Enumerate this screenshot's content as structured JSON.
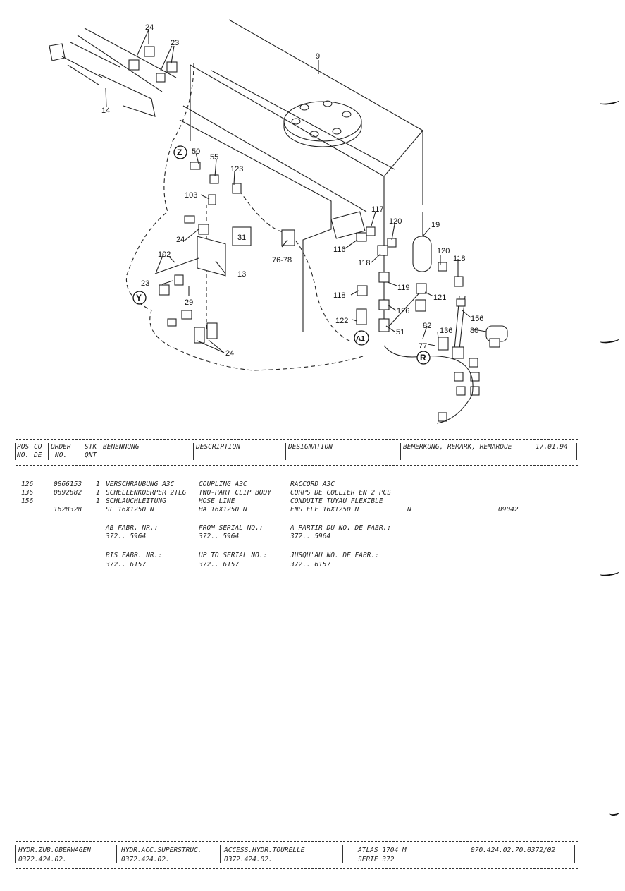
{
  "diagram": {
    "callouts": [
      "24",
      "23",
      "14",
      "9",
      "50",
      "55",
      "123",
      "103",
      "24",
      "102",
      "13",
      "23",
      "29",
      "24",
      "31",
      "76-78",
      "117",
      "120",
      "19",
      "116",
      "118",
      "119",
      "118",
      "126",
      "122",
      "51",
      "120",
      "118",
      "121",
      "156",
      "82",
      "136",
      "77",
      "80"
    ],
    "circle_labels": [
      "Z",
      "Y",
      "A1",
      "R"
    ]
  },
  "table": {
    "header_line1": [
      "POS",
      "CO",
      "ORDER",
      "STK",
      "BENENNUNG",
      "DESCRIPTION",
      "DESIGNATION",
      "BEMERKUNG, REMARK, REMARQUE"
    ],
    "header_line2": [
      "NO.",
      "DE",
      "NO.",
      "QNT"
    ],
    "date": "17.01.94",
    "rows": [
      {
        "pos": "126",
        "order": "0866153",
        "qty": "1",
        "benennung": "VERSCHRAUBUNG A3C",
        "description": "COUPLING A3C",
        "designation": "RACCORD A3C",
        "remark": "",
        "code": ""
      },
      {
        "pos": "136",
        "order": "0892882",
        "qty": "1",
        "benennung": "SCHELLENKOERPER 2TLG",
        "description": "TWO-PART CLIP BODY",
        "designation": "CORPS DE COLLIER EN 2 PCS",
        "remark": "",
        "code": ""
      },
      {
        "pos": "156",
        "order": "",
        "qty": "1",
        "benennung": "SCHLAUCHLEITUNG",
        "description": "HOSE LINE",
        "designation": "CONDUITE TUYAU FLEXIBLE",
        "remark": "",
        "code": ""
      },
      {
        "pos": "",
        "order": "1628328",
        "qty": "",
        "benennung": "SL 16X1250 N",
        "description": "HA 16X1250 N",
        "designation": "ENS FLE 16X1250 N",
        "remark": "N",
        "code": "09042"
      }
    ],
    "serial_from": {
      "de": "AB FABR. NR.:",
      "en": "FROM SERIAL NO.:",
      "fr": "A PARTIR DU NO. DE FABR.:",
      "value": "372.. 5964"
    },
    "serial_to": {
      "de": "BIS FABR. NR.:",
      "en": "UP TO SERIAL NO.:",
      "fr": "JUSQU'AU NO. DE FABR.:",
      "value": "372.. 6157"
    }
  },
  "footer": {
    "col1": [
      "HYDR.ZUB.OBERWAGEN",
      "0372.424.02."
    ],
    "col2": [
      "HYDR.ACC.SUPERSTRUC.",
      "0372.424.02."
    ],
    "col3": [
      "ACCESS.HYDR.TOURELLE",
      "0372.424.02."
    ],
    "col4": [
      "ATLAS 1704 M",
      "SERIE 372"
    ],
    "col5": [
      "070.424.02.70.0372/02",
      ""
    ]
  }
}
